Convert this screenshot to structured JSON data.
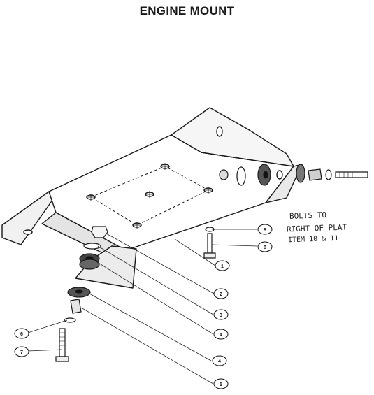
{
  "title": "ENGINE MOUNT",
  "note": {
    "line1": "BOLTS TO",
    "line2": "RIGHT OF PLAT",
    "line3": "ITEM 10 & 11"
  },
  "callouts": [
    "1",
    "2",
    "3",
    "4",
    "4",
    "5",
    "6",
    "7",
    "8",
    "8"
  ]
}
